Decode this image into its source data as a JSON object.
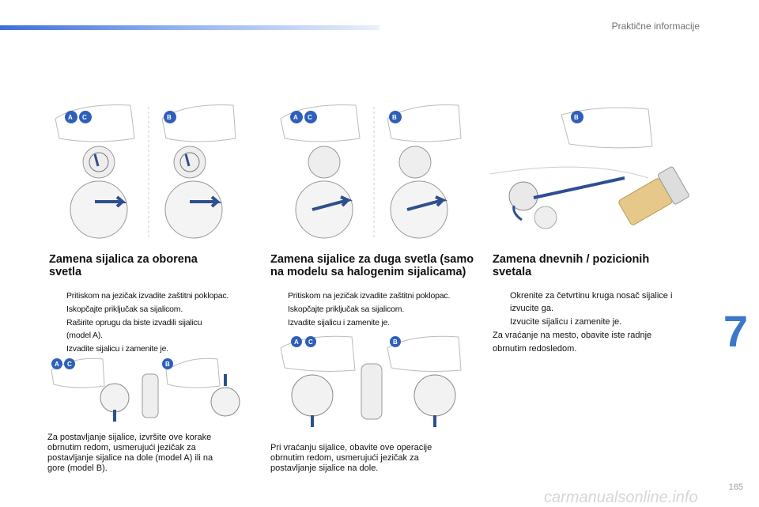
{
  "header": {
    "section_title": "Praktične informacije"
  },
  "chapter_number": "7",
  "page_number": "165",
  "footer_watermark": "carmanualsonline.info",
  "columns": [
    {
      "title_line1": "Zamena sijalica za oborena",
      "title_line2": "svetla",
      "bullets": [
        "Pritiskom na jezičak izvadite zaštitni poklopac.",
        "Iskopčajte priključak sa sijalicom.",
        "Raširite oprugu da biste izvadili sijalicu",
        "(model A).",
        "Izvadite sijalicu i zamenite je."
      ],
      "note": [
        "Za postavljanje sijalice, izvršite ove korake",
        "obrnutim redom, usmerujući jezičak za",
        "postavljanje sijalice na dole (model A) ili na",
        "gore (model B)."
      ]
    },
    {
      "title_line1": "Zamena sijalice za duga svetla (samo",
      "title_line2": "na modelu sa halogenim sijalicama)",
      "bullets": [
        "Pritiskom na jezičak izvadite zaštitni poklopac.",
        "Iskopčajte priključak sa sijalicom.",
        "Izvadite sijalicu i zamenite je."
      ],
      "note": [
        "Pri vraćanju sijalice, obavite ove operacije",
        "obrnutim redom, usmerujući jezičak za",
        "postavljanje sijalice na dole."
      ]
    },
    {
      "title_line1": "Zamena dnevnih / pozicionih",
      "title_line2": "svetala",
      "bullets": [
        "Okrenite za četvrtinu kruga nosač sijalice i",
        "izvucite ga.",
        "Izvucite sijalicu i zamenite je."
      ],
      "note": [
        "Za vraćanje na mesto, obavite iste radnje",
        "obrnutim redosledom."
      ]
    }
  ],
  "figure_labels": {
    "a": "A",
    "b": "B",
    "c": "C"
  },
  "bullet_glyph": "",
  "colors": {
    "accent": "#3b78c8",
    "badge": "#2f5fb8",
    "arrow": "#2e4f8f"
  }
}
